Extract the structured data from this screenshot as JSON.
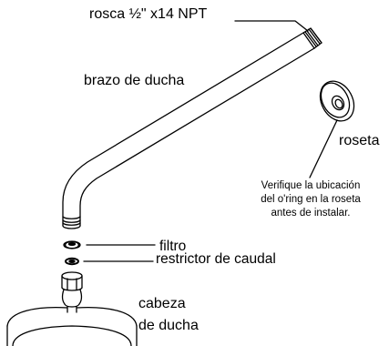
{
  "labels": {
    "thread": "rosca ½\" x14 NPT",
    "shower_arm": "brazo de ducha",
    "rosette": "roseta",
    "note": [
      "Verifique la ubicación",
      "del o'ring en la roseta",
      "antes de instalar."
    ],
    "filter": "filtro",
    "flow_restrictor": "restrictor de caudal",
    "shower_head": [
      "cabeza",
      "de ducha"
    ]
  },
  "colors": {
    "line": "#000000",
    "background": "#ffffff"
  }
}
